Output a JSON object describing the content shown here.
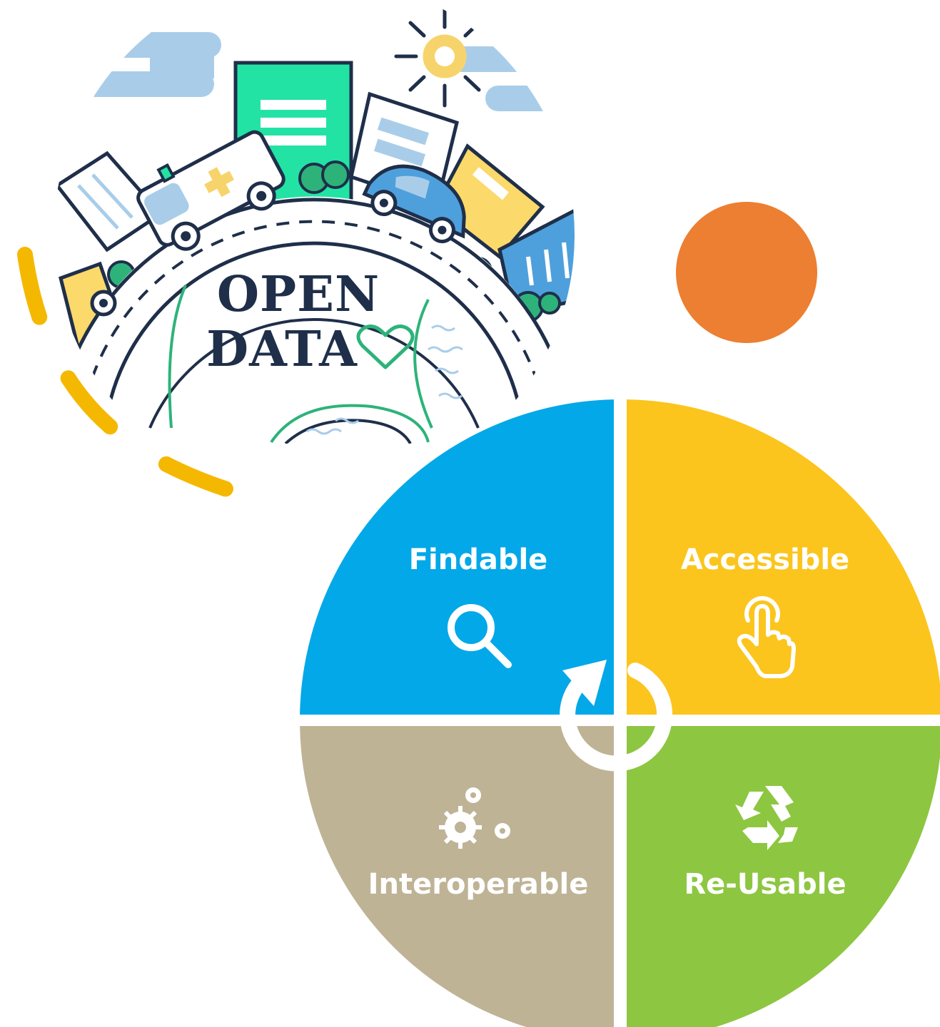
{
  "open_data": {
    "title_line1": "OPEN",
    "title_line2": "DATA"
  },
  "fair": {
    "quadrants": [
      {
        "label": "Findable",
        "icon": "magnifier-icon",
        "color": "#03a8e8"
      },
      {
        "label": "Accessible",
        "icon": "hand-pointer-icon",
        "color": "#fbc51d"
      },
      {
        "label": "Interoperable",
        "icon": "gears-icon",
        "color": "#bfb396"
      },
      {
        "label": "Re-Usable",
        "icon": "recycle-icon",
        "color": "#8dc641"
      }
    ]
  },
  "colors": {
    "dash_arc": "#f5b800",
    "orange_dot": "#ec7f31",
    "navy": "#1f2f4a",
    "mint": "#23e3a4",
    "sky": "#a9cde9",
    "sun": "#f7d46b"
  }
}
